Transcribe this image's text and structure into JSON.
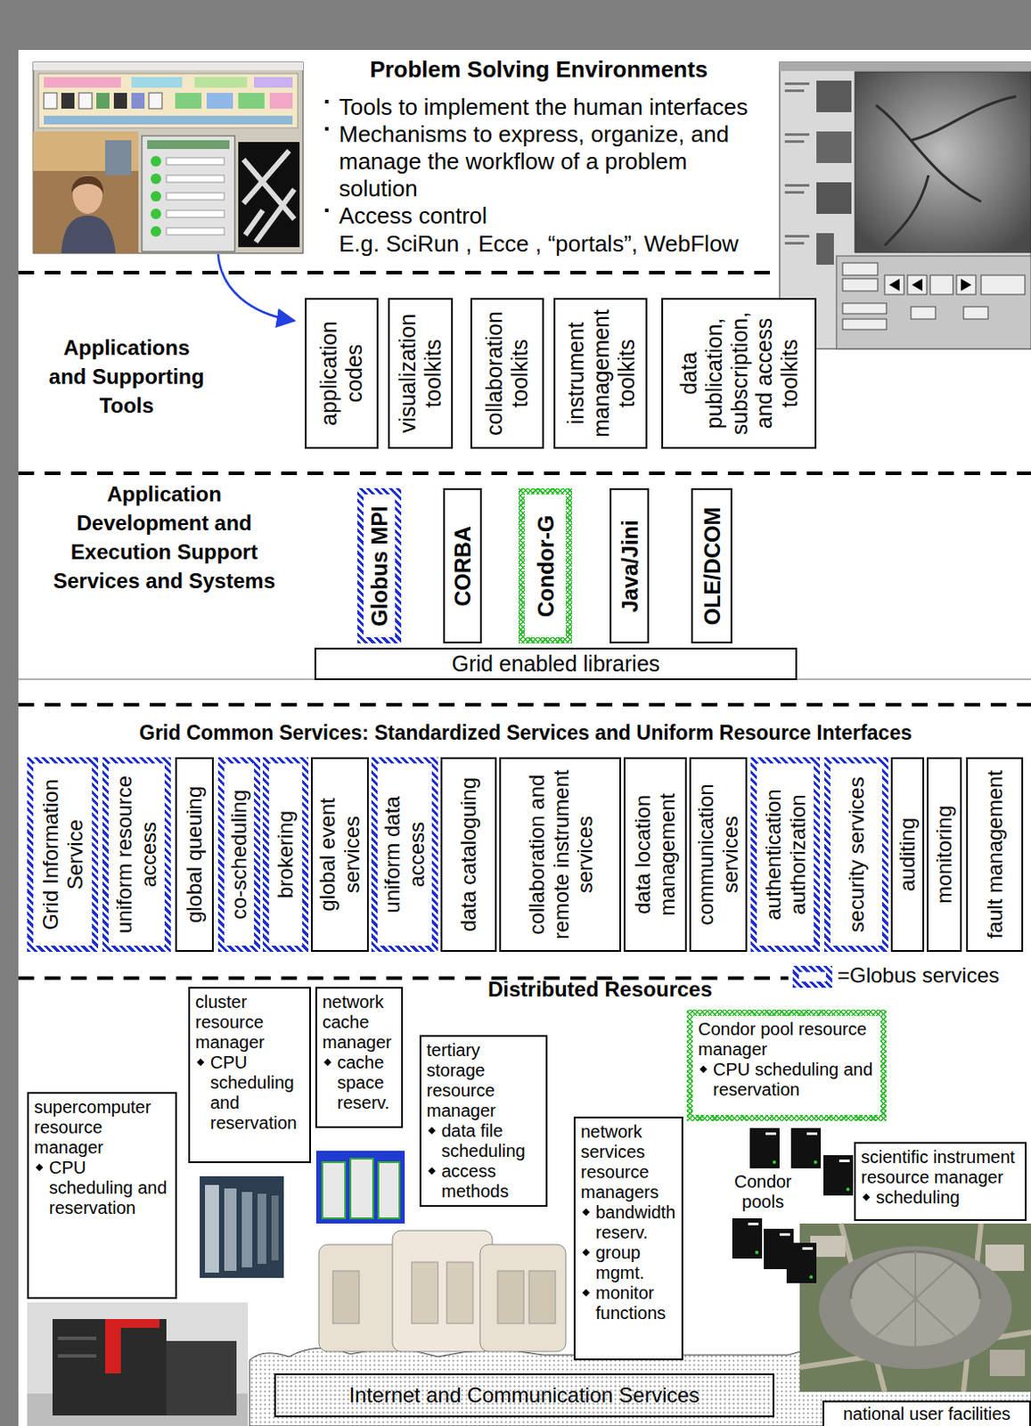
{
  "diagram": {
    "nodes": [
      {
        "text": [
          "application codes"
        ]
      },
      {
        "text": [
          "visualization toolkits"
        ]
      },
      {
        "text": [
          "collaboration toolkits"
        ]
      },
      {
        "text": [
          "instrument management toolkits"
        ]
      },
      {
        "text": [
          "data publication, subscription, and access toolkits"
        ]
      },
      {
        "text": [
          "Globus MPI"
        ]
      },
      {
        "text": [
          "CORBA"
        ]
      },
      {
        "text": [
          "Condor-G"
        ]
      },
      {
        "text": [
          "Java/Jini"
        ]
      },
      {
        "text": [
          "OLE/DCOM"
        ]
      },
      {
        "text": [
          "Grid enabled libraries"
        ]
      },
      {
        "text": [
          "Grid Information Service"
        ]
      },
      {
        "text": [
          "uniform resource access"
        ]
      },
      {
        "text": [
          "global queuing"
        ]
      },
      {
        "text": [
          "co-scheduling"
        ]
      },
      {
        "text": [
          "brokering"
        ]
      },
      {
        "text": [
          "global event services"
        ]
      },
      {
        "text": [
          "uniform data access"
        ]
      },
      {
        "text": [
          "data cataloguing"
        ]
      },
      {
        "text": [
          "collaboration and remote instrument services"
        ]
      },
      {
        "text": [
          "data location management"
        ]
      },
      {
        "text": [
          "communication services"
        ]
      },
      {
        "text": [
          "authentication authorization"
        ]
      },
      {
        "text": [
          "security services"
        ]
      },
      {
        "text": [
          "auditing"
        ]
      },
      {
        "text": [
          "monitoring"
        ]
      },
      {
        "text": [
          "fault management"
        ]
      },
      {
        "text": [
          "supercomputer resource manager",
          "CPU scheduling and reservation"
        ]
      },
      {
        "text": [
          "cluster resource manager",
          "CPU scheduling and reservation"
        ]
      },
      {
        "text": [
          "network cache manager",
          "cache space reserv."
        ]
      },
      {
        "text": [
          "tertiary storage resource manager",
          "data file scheduling",
          "access methods"
        ]
      },
      {
        "text": [
          "network services resource managers",
          "bandwidth reserv.",
          "group mgmt.",
          "monitor functions"
        ]
      },
      {
        "text": [
          "Condor pool resource manager",
          "CPU scheduling and reservation"
        ]
      },
      {
        "text": [
          "scientific instrument resource manager",
          "scheduling"
        ]
      },
      {
        "text": [
          "Internet and Communication Services"
        ]
      },
      {
        "text": [
          "national user facilities"
        ]
      }
    ],
    "labels": [
      "Problem Solving Environments",
      "Tools to implement the human interfaces",
      "Mechanisms to express, organize, and manage the workflow of a problem solution",
      "Access control",
      "E.g. SciRun , Ecce , “portals”, WebFlow",
      "Applications and Supporting Tools",
      "Application Development and Execution Support Services and Systems",
      "Grid Common Services: Standardized Services and Uniform Resource Interfaces",
      "Distributed Resources",
      "Condor pools"
    ],
    "legend": [
      {
        "text": "=Globus services"
      }
    ]
  }
}
